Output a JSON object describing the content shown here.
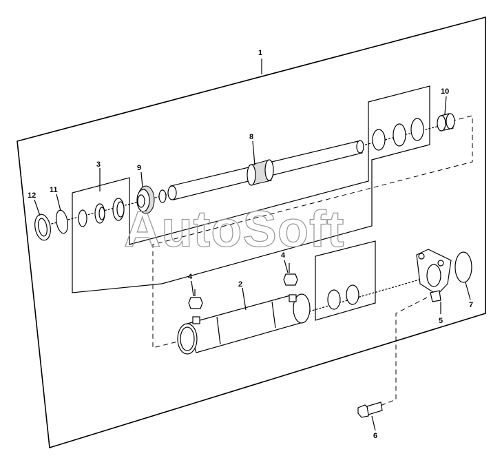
{
  "callouts": {
    "c1": "1",
    "c2": "2",
    "c3": "3",
    "c4a": "4",
    "c4b": "4",
    "c5": "5",
    "c6": "6",
    "c7": "7",
    "c8": "8",
    "c9": "9",
    "c10": "10",
    "c11": "11",
    "c12": "12"
  },
  "watermark": "AutoSoft"
}
